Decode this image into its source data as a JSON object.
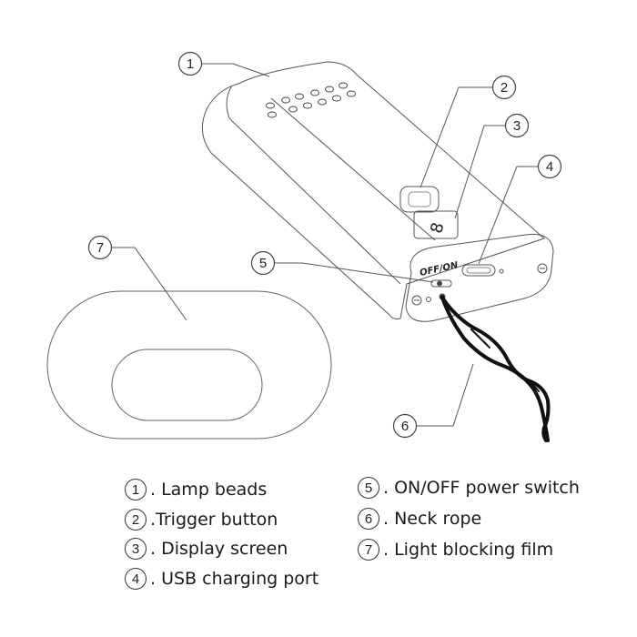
{
  "callouts": [
    {
      "num": "1"
    },
    {
      "num": "2"
    },
    {
      "num": "3"
    },
    {
      "num": "4"
    },
    {
      "num": "5"
    },
    {
      "num": "6"
    },
    {
      "num": "7"
    }
  ],
  "device": {
    "switch_label": "OFF/ON",
    "display_digit": "8"
  },
  "legend": {
    "items": [
      {
        "num": "1",
        "label": ". Lamp beads"
      },
      {
        "num": "2",
        "label": ".Trigger button"
      },
      {
        "num": "3",
        "label": ". Display screen"
      },
      {
        "num": "4",
        "label": ". USB charging port"
      },
      {
        "num": "5",
        "label": ". ON/OFF power switch"
      },
      {
        "num": "6",
        "label": ". Neck rope"
      },
      {
        "num": "7",
        "label": ". Light blocking film"
      }
    ]
  }
}
